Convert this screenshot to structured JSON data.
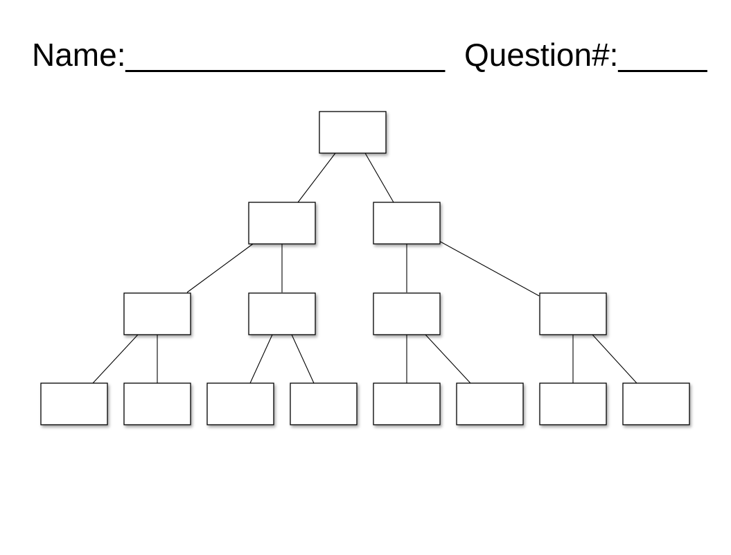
{
  "worksheet": {
    "name_label": "Name:",
    "name_blank": "__________________",
    "question_label": "Question#:",
    "question_blank": "_____"
  },
  "tree": {
    "levels": 4,
    "branching": 2,
    "node_color": "#ffffff",
    "line_color": "#000000",
    "nodes_labeled": false
  }
}
